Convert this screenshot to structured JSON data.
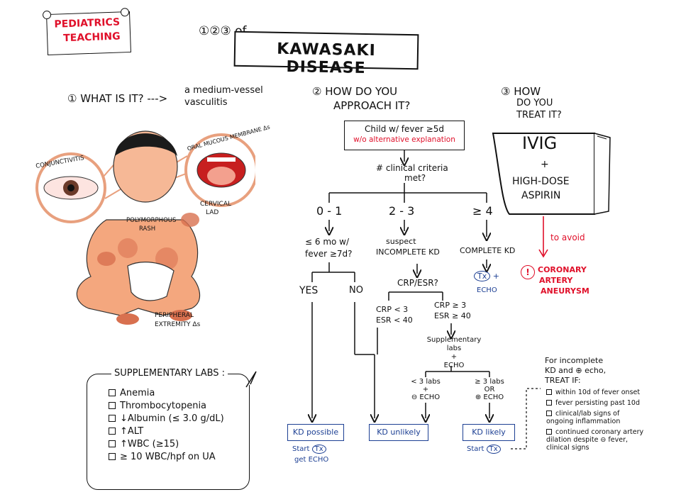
{
  "tag": {
    "line1": "PEDIATRICS",
    "line2": "TEACHING"
  },
  "header": {
    "prefix": "①②③ of",
    "title": "KAWASAKI DISEASE"
  },
  "section1": {
    "heading": "① WHAT IS IT? --->",
    "definition_line1": "a medium-vessel",
    "definition_line2": "vasculitis"
  },
  "illustration": {
    "conjunctivitis": "CONJUNCTIVITIS",
    "oral": "ORAL MUCOUS MEMBRANE Δs",
    "cervical_line1": "CERVICAL",
    "cervical_line2": "LAD",
    "rash_line1": "POLYMORPHOUS",
    "rash_line2": "RASH",
    "extremity_line1": "PERIPHERAL",
    "extremity_line2": "EXTREMITY Δs"
  },
  "section2": {
    "heading_line1": "② HOW DO YOU",
    "heading_line2": "APPROACH IT?",
    "start_line1": "Child w/ fever ≥5d",
    "start_line2": "w/o alternative explanation",
    "criteria_line1": "# clinical criteria",
    "criteria_line2": "met?",
    "branch_a": "0 - 1",
    "branch_b": "2 - 3",
    "branch_c": "≥ 4",
    "q_line1": "≤ 6 mo w/",
    "q_line2": "fever ≥7d?",
    "yes": "YES",
    "no": "NO",
    "suspect_line1": "suspect",
    "suspect_line2": "INCOMPLETE KD",
    "complete": "COMPLETE KD",
    "tx_echo_tx": "Tx",
    "tx_echo_plus": "+",
    "tx_echo_echo": "ECHO",
    "crp_q": "CRP/ESR?",
    "low_line1": "CRP < 3",
    "low_line2": "ESR < 40",
    "high_line1": "CRP ≥ 3",
    "high_line2": "ESR ≥ 40",
    "supp_line1": "Supplementary labs",
    "supp_line2": "+",
    "supp_line3": "ECHO",
    "lt3_line1": "< 3 labs",
    "lt3_line2": "+",
    "lt3_line3": "⊖ ECHO",
    "ge3_line1": "≥ 3 labs",
    "ge3_line2": "OR",
    "ge3_line3": "⊕ ECHO",
    "kd_possible": "KD possible",
    "kd_unlikely": "KD unlikely",
    "kd_likely": "KD likely",
    "start_tx_line1": "Start",
    "start_tx_tx": "Tx",
    "start_tx_line2": "get ECHO",
    "start_tx2": "Start",
    "start_tx2_tx": "Tx"
  },
  "section3": {
    "heading_line1": "③ HOW",
    "heading_line2": "DO YOU",
    "heading_line3": "TREAT IT?",
    "ivig": "IVIG",
    "plus": "+",
    "aspirin_line1": "HIGH-DOSE",
    "aspirin_line2": "ASPIRIN",
    "to_avoid": "to avoid",
    "warn_icon": "!",
    "outcome_line1": "CORONARY",
    "outcome_line2": "ARTERY",
    "outcome_line3": "ANEURYSM"
  },
  "supplementary": {
    "title": "SUPPLEMENTARY LABS :",
    "items": [
      "Anemia",
      "Thrombocytopenia",
      "↓Albumin (≤ 3.0 g/dL)",
      "↑ALT",
      "↑WBC (≥15)",
      "≥ 10 WBC/hpf on UA"
    ]
  },
  "incomplete_tx": {
    "intro_line1": "For incomplete",
    "intro_line2": "KD and ⊕ echo,",
    "intro_line3": "TREAT IF:",
    "items": [
      "within 10d of fever onset",
      "fever persisting past 10d",
      "clinical/lab signs of ongoing inflammation",
      "continued coronary artery dilation despite ⊖ fever, clinical signs"
    ]
  },
  "colors": {
    "accent_red": "#e0102a",
    "blue": "#1c3f93",
    "skin": "#f4a77e",
    "skin_dark": "#c8553d"
  }
}
